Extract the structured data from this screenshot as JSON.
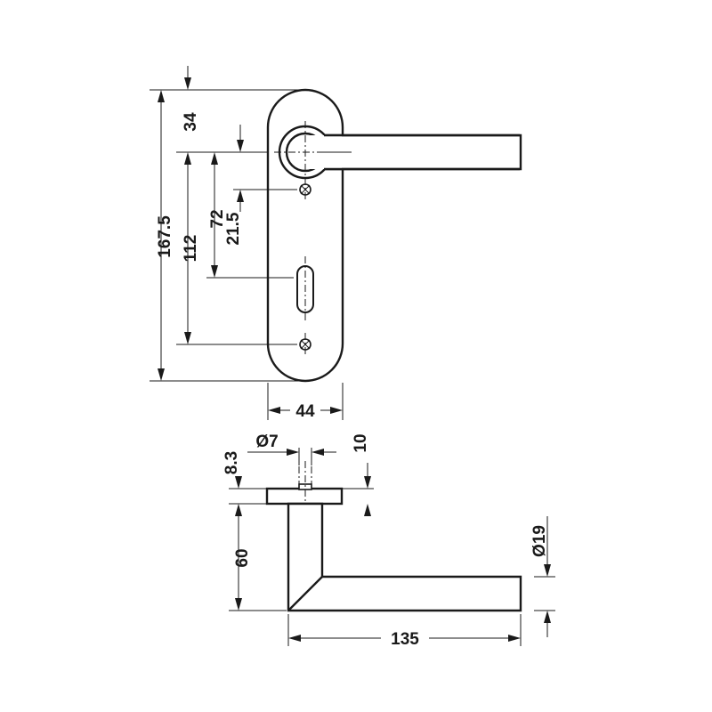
{
  "dimensions": {
    "plate_total_height": "167.5",
    "top_to_handle_axis": "34",
    "handle_axis_to_keyhole": "72",
    "handle_axis_to_upper_screw": "21.5",
    "screw_spacing": "112",
    "plate_width": "44",
    "spindle_diameter": "Ø7",
    "rose_offset": "8.3",
    "rose_thickness": "10",
    "handle_projection": "60",
    "lever_diameter": "Ø19",
    "lever_length": "135"
  }
}
